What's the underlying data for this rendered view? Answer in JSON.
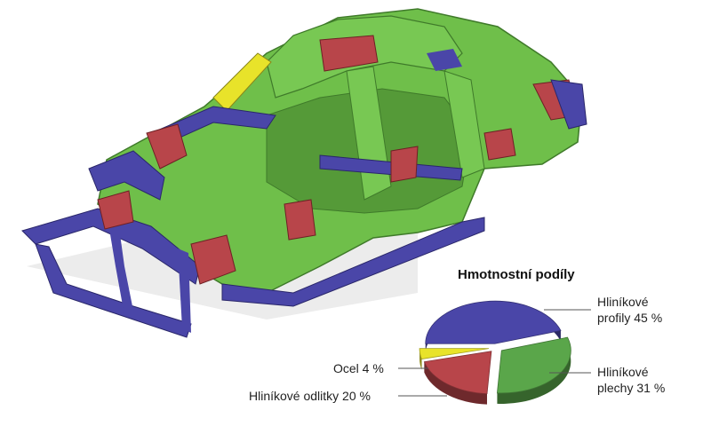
{
  "chart_data": {
    "type": "pie",
    "title": "Hmotnostní podíly",
    "categories": [
      "Hliníkové profily",
      "Hliníkové plechy",
      "Hliníkové odlitky",
      "Ocel"
    ],
    "values": [
      45,
      31,
      20,
      4
    ],
    "colors": [
      "#4a46a8",
      "#5aa64a",
      "#b8454a",
      "#e8e32a"
    ],
    "labels": {
      "profily_line1": "Hliníkové",
      "profily_line2": "profily 45 %",
      "plechy_line1": "Hliníkové",
      "plechy_line2": "plechy 31 %",
      "odlitky": "Hliníkové odlitky 20 %",
      "ocel": "Ocel 4 %"
    }
  }
}
